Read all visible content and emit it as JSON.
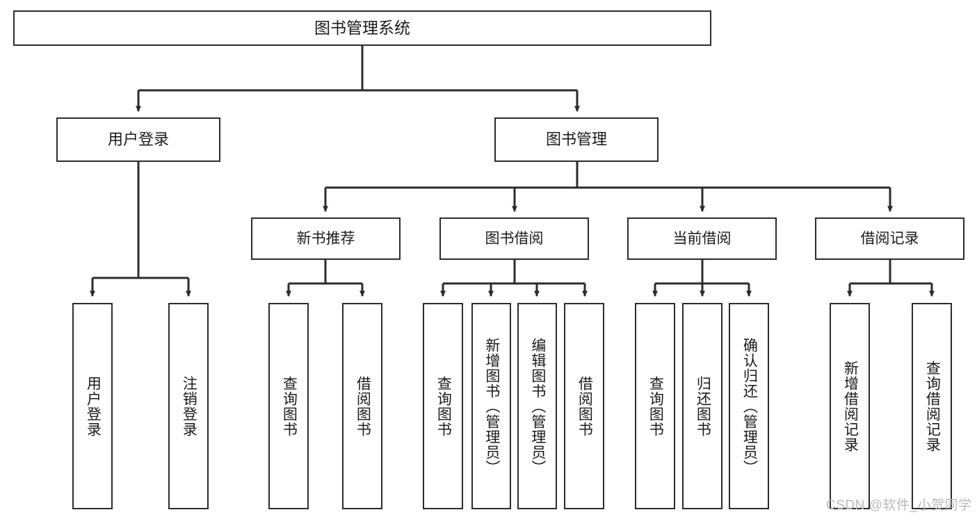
{
  "diagram": {
    "title": "图书管理系统",
    "type": "tree-hierarchy-diagram",
    "colors": {
      "box_border": "#2b2b2b",
      "box_fill": "#ffffff",
      "connector": "#2b2b2b",
      "background": "#ffffff",
      "watermark": "#b9b9b9"
    },
    "nodes": {
      "root": {
        "label": "图书管理系统"
      },
      "level2": [
        {
          "id": "user-login",
          "label": "用户登录"
        },
        {
          "id": "book-manage",
          "label": "图书管理"
        }
      ],
      "level3": [
        {
          "id": "new-book-recommend",
          "label": "新书推荐"
        },
        {
          "id": "book-borrow",
          "label": "图书借阅"
        },
        {
          "id": "current-borrow",
          "label": "当前借阅"
        },
        {
          "id": "borrow-record",
          "label": "借阅记录"
        }
      ],
      "leaves": {
        "user-login": [
          {
            "id": "leaf-user-login",
            "label": "用户登录"
          },
          {
            "id": "leaf-logout-login",
            "label": "注销登录"
          }
        ],
        "new-book-recommend": [
          {
            "id": "leaf-query-book-1",
            "label": "查询图书"
          },
          {
            "id": "leaf-borrow-book-1",
            "label": "借阅图书"
          }
        ],
        "book-borrow": [
          {
            "id": "leaf-query-book-2",
            "label": "查询图书"
          },
          {
            "id": "leaf-add-book-admin",
            "label": "新增图书（管理员）"
          },
          {
            "id": "leaf-edit-book-admin",
            "label": "编辑图书（管理员）"
          },
          {
            "id": "leaf-borrow-book-2",
            "label": "借阅图书"
          }
        ],
        "current-borrow": [
          {
            "id": "leaf-query-book-3",
            "label": "查询图书"
          },
          {
            "id": "leaf-return-book",
            "label": "归还图书"
          },
          {
            "id": "leaf-confirm-return-admin",
            "label": "确认归还（管理员）"
          }
        ],
        "borrow-record": [
          {
            "id": "leaf-add-borrow-record",
            "label": "新增借阅记录"
          },
          {
            "id": "leaf-query-borrow-record",
            "label": "查询借阅记录"
          }
        ]
      }
    },
    "watermark": "CSDN @软件_小贺同学"
  }
}
